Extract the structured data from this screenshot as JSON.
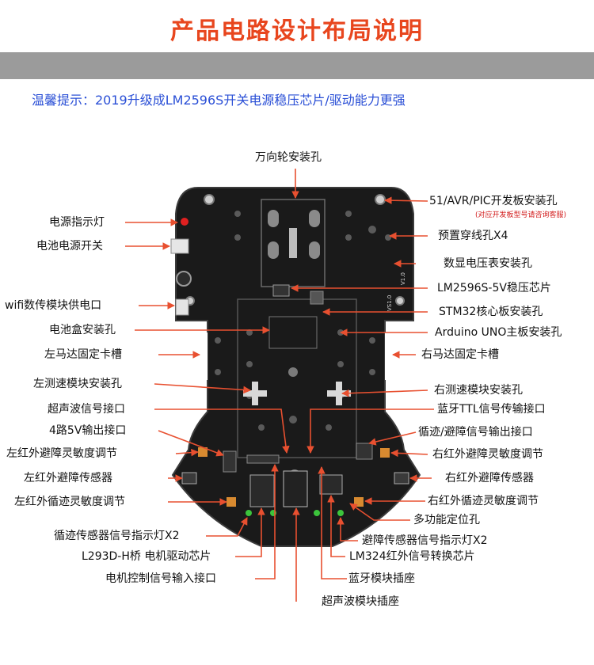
{
  "header": {
    "title": "产品电路设计布局说明",
    "tip": "温馨提示：2019升级成LM2596S开关电源稳压芯片/驱动能力更强"
  },
  "labels": {
    "caster_holes": "万向轮安装孔",
    "board_51_avr_pic": "51/AVR/PIC开发板安装孔",
    "board_note": "(对应开发板型号请咨询客服)",
    "power_indicator": "电源指示灯",
    "battery_switch": "电池电源开关",
    "preset_threading": "预置穿线孔X4",
    "voltmeter_holes": "数显电压表安装孔",
    "lm2596": "LM2596S-5V稳压芯片",
    "wifi_power": "wifi数传模块供电口",
    "stm32_holes": "STM32核心板安装孔",
    "battery_box": "电池盒安装孔",
    "arduino_holes": "Arduino UNO主板安装孔",
    "left_motor_slot": "左马达固定卡槽",
    "right_motor_slot": "右马达固定卡槽",
    "left_speed_holes": "左测速模块安装孔",
    "right_speed_holes": "右测速模块安装孔",
    "ultrasonic_signal": "超声波信号接口",
    "bt_ttl": "蓝牙TTL信号传输接口",
    "out_5v": "4路5V输出接口",
    "track_avoid_out": "循迹/避障信号输出接口",
    "left_ir_avoid_sens": "左红外避障灵敏度调节",
    "right_ir_avoid_sens": "右红外避障灵敏度调节",
    "left_ir_avoid_sensor": "左红外避障传感器",
    "right_ir_avoid_sensor": "右红外避障传感器",
    "left_ir_track_sens": "左红外循迹灵敏度调节",
    "right_ir_track_sens": "右红外循迹灵敏度调节",
    "multi_locate": "多功能定位孔",
    "track_indicator": "循迹传感器信号指示灯X2",
    "avoid_indicator": "避障传感器信号指示灯X2",
    "l293d": "L293D-H桥 电机驱动芯片",
    "lm324": "LM324红外信号转换芯片",
    "motor_ctrl_input": "电机控制信号输入接口",
    "bt_socket": "蓝牙模块插座",
    "ultrasonic_socket": "超声波模块插座"
  },
  "board_marks": {
    "rev": "VS1.0",
    "ver": "V1.0"
  },
  "colors": {
    "title": "#e8461e",
    "band": "#9b9b9b",
    "tip": "#2a4fd6",
    "arrow": "#e85030",
    "pcb": "#1a1a1a",
    "note": "#d21a1a"
  }
}
